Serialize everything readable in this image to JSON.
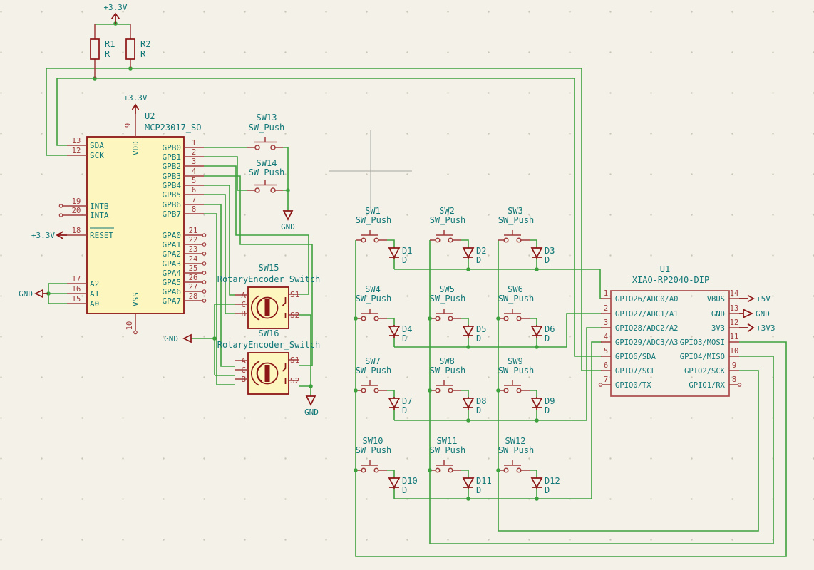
{
  "colors": {
    "background": "#f4f1e8",
    "wire_green": "#3da13d",
    "symbol_maroon": "#8c1616",
    "pin_red": "#a03c3c",
    "label_teal": "#117777"
  },
  "power": {
    "rail_top": "+3.3V",
    "vdd": "+3.3V",
    "reset": "+3.3V",
    "gnd_sw14": "GND",
    "gnd_a_pins": "GND",
    "gnd_enc_c": "GND",
    "gnd_enc_s2": "GND"
  },
  "resistors": [
    {
      "ref": "R1",
      "value": "R"
    },
    {
      "ref": "R2",
      "value": "R"
    }
  ],
  "u2": {
    "ref": "U2",
    "value": "MCP23017_SO",
    "left_pins": [
      {
        "num": "13",
        "name": "SDA"
      },
      {
        "num": "12",
        "name": "SCK"
      },
      {
        "num": "19",
        "name": "INTB"
      },
      {
        "num": "20",
        "name": "INTA"
      },
      {
        "num": "18",
        "name": "RESET"
      },
      {
        "num": "17",
        "name": "A2"
      },
      {
        "num": "16",
        "name": "A1"
      },
      {
        "num": "15",
        "name": "A0"
      }
    ],
    "gpb_pins": [
      {
        "num": "1",
        "name": "GPB0"
      },
      {
        "num": "2",
        "name": "GPB1"
      },
      {
        "num": "3",
        "name": "GPB2"
      },
      {
        "num": "4",
        "name": "GPB3"
      },
      {
        "num": "5",
        "name": "GPB4"
      },
      {
        "num": "6",
        "name": "GPB5"
      },
      {
        "num": "7",
        "name": "GPB6"
      },
      {
        "num": "8",
        "name": "GPB7"
      }
    ],
    "gpa_pins": [
      {
        "num": "21",
        "name": "GPA0"
      },
      {
        "num": "22",
        "name": "GPA1"
      },
      {
        "num": "23",
        "name": "GPA2"
      },
      {
        "num": "24",
        "name": "GPA3"
      },
      {
        "num": "25",
        "name": "GPA4"
      },
      {
        "num": "26",
        "name": "GPA5"
      },
      {
        "num": "27",
        "name": "GPA6"
      },
      {
        "num": "28",
        "name": "GPA7"
      }
    ],
    "vdd": {
      "num": "9",
      "name": "VDD"
    },
    "vss": {
      "num": "10",
      "name": "VSS"
    }
  },
  "u1": {
    "ref": "U1",
    "value": "XIAO-RP2040-DIP",
    "left_pins": [
      {
        "num": "1",
        "name": "GPIO26/ADC0/A0"
      },
      {
        "num": "2",
        "name": "GPIO27/ADC1/A1"
      },
      {
        "num": "3",
        "name": "GPIO28/ADC2/A2"
      },
      {
        "num": "4",
        "name": "GPIO29/ADC3/A3"
      },
      {
        "num": "5",
        "name": "GPIO6/SDA"
      },
      {
        "num": "6",
        "name": "GPIO7/SCL"
      },
      {
        "num": "7",
        "name": "GPIO0/TX"
      }
    ],
    "right_pins": [
      {
        "num": "14",
        "name": "VBUS",
        "power": "+5V"
      },
      {
        "num": "13",
        "name": "GND",
        "power": "GND"
      },
      {
        "num": "12",
        "name": "3V3",
        "power": "+3V3"
      },
      {
        "num": "11",
        "name": "GPIO3/MOSI",
        "power": ""
      },
      {
        "num": "10",
        "name": "GPIO4/MISO",
        "power": ""
      },
      {
        "num": "9",
        "name": "GPIO2/SCK",
        "power": ""
      },
      {
        "num": "8",
        "name": "GPIO1/RX",
        "power": ""
      }
    ]
  },
  "push_switches": [
    {
      "ref": "SW13",
      "value": "SW_Push"
    },
    {
      "ref": "SW14",
      "value": "SW_Push"
    }
  ],
  "encoders": [
    {
      "ref": "SW15",
      "value": "RotaryEncoder_Switch",
      "pin_a": "A",
      "pin_c": "C",
      "pin_b": "B",
      "pin_s1": "S1",
      "pin_s2": "S2"
    },
    {
      "ref": "SW16",
      "value": "RotaryEncoder_Switch",
      "pin_a": "A",
      "pin_c": "C",
      "pin_b": "B",
      "pin_s1": "S1",
      "pin_s2": "S2"
    }
  ],
  "matrix_switches": [
    {
      "ref": "SW1",
      "value": "SW_Push"
    },
    {
      "ref": "SW2",
      "value": "SW_Push"
    },
    {
      "ref": "SW3",
      "value": "SW_Push"
    },
    {
      "ref": "SW4",
      "value": "SW_Push"
    },
    {
      "ref": "SW5",
      "value": "SW_Push"
    },
    {
      "ref": "SW6",
      "value": "SW_Push"
    },
    {
      "ref": "SW7",
      "value": "SW_Push"
    },
    {
      "ref": "SW8",
      "value": "SW_Push"
    },
    {
      "ref": "SW9",
      "value": "SW_Push"
    },
    {
      "ref": "SW10",
      "value": "SW_Push"
    },
    {
      "ref": "SW11",
      "value": "SW_Push"
    },
    {
      "ref": "SW12",
      "value": "SW_Push"
    }
  ],
  "diodes": [
    {
      "ref": "D1",
      "value": "D"
    },
    {
      "ref": "D2",
      "value": "D"
    },
    {
      "ref": "D3",
      "value": "D"
    },
    {
      "ref": "D4",
      "value": "D"
    },
    {
      "ref": "D5",
      "value": "D"
    },
    {
      "ref": "D6",
      "value": "D"
    },
    {
      "ref": "D7",
      "value": "D"
    },
    {
      "ref": "D8",
      "value": "D"
    },
    {
      "ref": "D9",
      "value": "D"
    },
    {
      "ref": "D10",
      "value": "D"
    },
    {
      "ref": "D11",
      "value": "D"
    },
    {
      "ref": "D12",
      "value": "D"
    }
  ]
}
